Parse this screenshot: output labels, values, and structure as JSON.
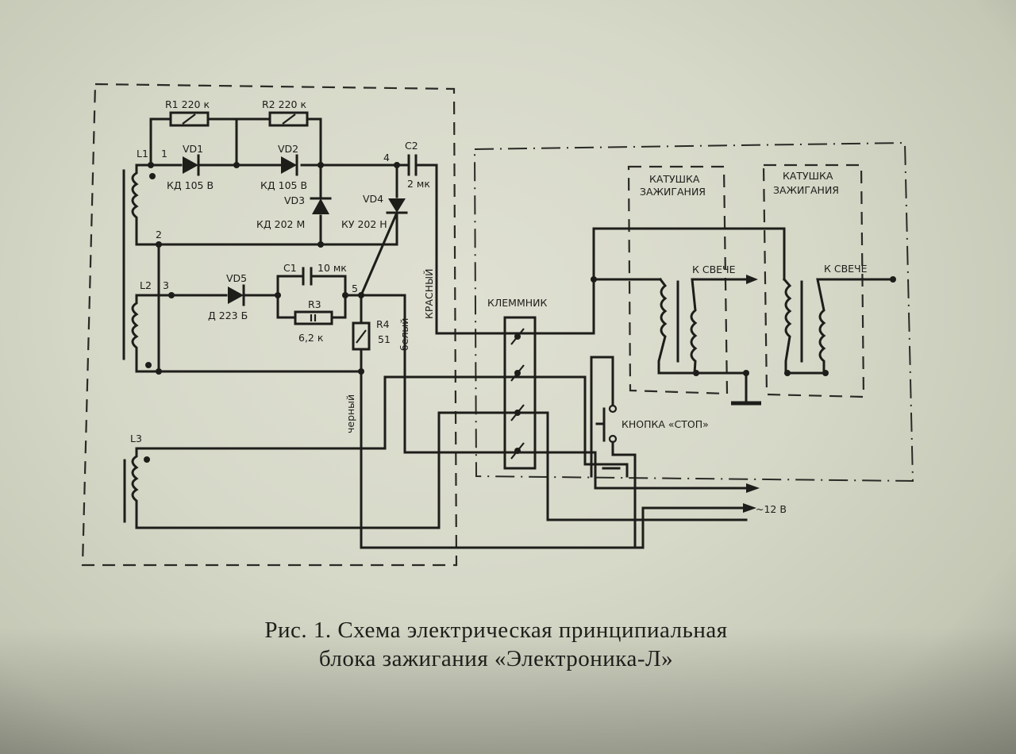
{
  "figure": {
    "caption_line1": "Рис. 1. Схема электрическая принципиальная",
    "caption_line2": "блока зажигания «Электроника-Л»"
  },
  "components": {
    "L1": "L1",
    "L2": "L2",
    "L3": "L3",
    "R1": "R1 220 к",
    "R2": "R2 220 к",
    "VD1": "VD1",
    "VD1_type": "КД 105 В",
    "VD2": "VD2",
    "VD2_type": "КД 105 В",
    "VD3": "VD3",
    "VD3_type": "КД 202 М",
    "VD4": "VD4",
    "VD4_type": "КУ 202 Н",
    "VD5": "VD5",
    "VD5_type": "Д 223 Б",
    "C1": "C1",
    "C1_value": "10 мк",
    "C2": "C2",
    "C2_value": "2 мк",
    "R3": "R3",
    "R3_value": "6,2 к",
    "R4": "R4",
    "R4_value": "51"
  },
  "nodes": {
    "n1": "1",
    "n2": "2",
    "n3": "3",
    "n4": "4",
    "n5": "5"
  },
  "wires": {
    "red": "КРАСНЫЙ",
    "white": "белый",
    "black": "черный"
  },
  "blocks": {
    "terminal_block": "КЛЕММНИК",
    "coil1_line1": "КАТУШКА",
    "coil1_line2": "ЗАЖИГАНИЯ",
    "coil2_line1": "КАТУШКА",
    "coil2_line2": "ЗАЖИГАНИЯ",
    "to_plug1": "К СВЕЧЕ",
    "to_plug2": "К СВЕЧЕ",
    "stop_button": "КНОПКА «СТОП»",
    "supply": "~12 В"
  }
}
